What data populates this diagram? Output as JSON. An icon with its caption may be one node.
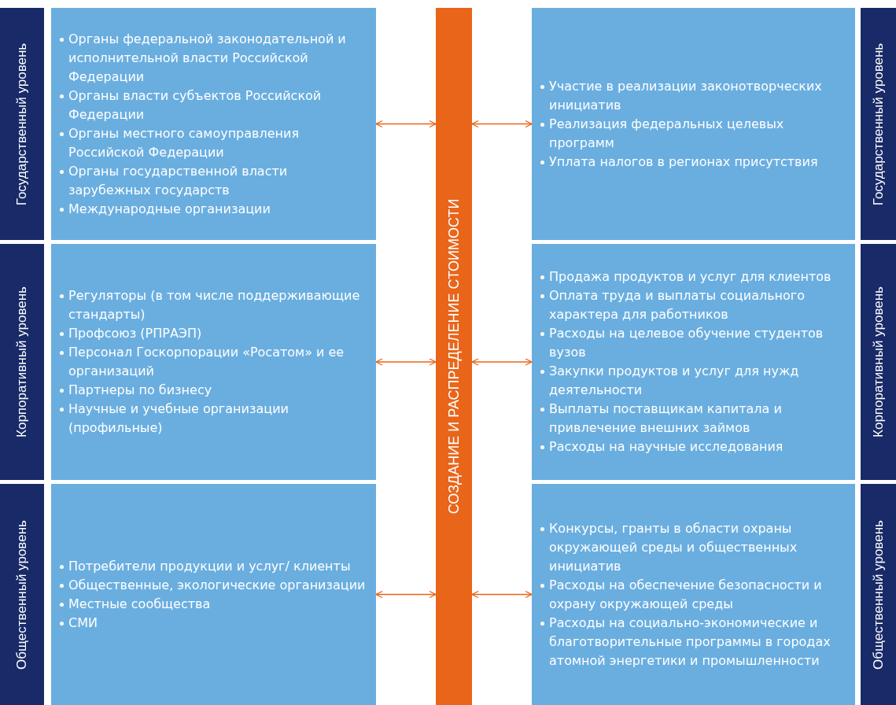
{
  "diagram": {
    "nodes": [
      {
        "text": [
          "Государственный уровень"
        ]
      },
      {
        "text": [
          "Органы федеральной законодательной и исполнительной власти Российской Федерации",
          "Органы власти субъектов Российской Федерации",
          "Органы местного самоуправления Российской Федерации",
          "Органы государственной власти зарубежных государств",
          "Международные организации"
        ]
      },
      {
        "text": [
          "СОЗДАНИЕ И РАСПРЕДЕЛЕНИЕ СТОИМОСТИ"
        ]
      },
      {
        "text": [
          "Участие в реализации законотворческих инициатив",
          "Реализация федеральных целевых программ",
          "Уплата налогов в регионах присутствия"
        ]
      },
      {
        "text": [
          "Государственный уровень"
        ]
      },
      {
        "text": [
          "Корпоративный уровень"
        ]
      },
      {
        "text": [
          "Регуляторы (в том числе поддерживающие стандарты)",
          "Профсоюз (РПРАЭП)",
          "Персонал Госкорпорации «Росатом» и ее организаций",
          "Партнеры по бизнесу",
          "Научные и учебные организации (профильные)"
        ]
      },
      {
        "text": [
          "Продажа продуктов и услуг для клиентов",
          "Оплата труда и выплаты социального характера для работников",
          "Расходы на целевое обучение студентов вузов",
          "Закупки продуктов и услуг для нужд деятельности",
          "Выплаты поставщикам капитала и привлечение внешних займов",
          "Расходы на научные исследования"
        ]
      },
      {
        "text": [
          "Корпоративный уровень"
        ]
      },
      {
        "text": [
          "Общественный уровень"
        ]
      },
      {
        "text": [
          "Потребители продукции и услуг/ клиенты",
          "Общественные, экологические организации",
          "Местные сообщества",
          "СМИ"
        ]
      },
      {
        "text": [
          "Конкурсы, гранты в области охраны окружающей среды и общественных инициатив",
          "Расходы на обеспечение безопасности и охрану окружающей среды",
          "Расходы на социально-экономические и благотворительные программы в городах атомной энергетики и промышленности"
        ]
      },
      {
        "text": [
          "Общественный уровень"
        ]
      }
    ],
    "edges": [
      {
        "from": 1,
        "to": 2,
        "arrow": "both"
      },
      {
        "from": 2,
        "to": 3,
        "arrow": "both"
      },
      {
        "from": 6,
        "to": 2,
        "arrow": "both"
      },
      {
        "from": 2,
        "to": 7,
        "arrow": "both"
      },
      {
        "from": 10,
        "to": 2,
        "arrow": "both"
      },
      {
        "from": 2,
        "to": 11,
        "arrow": "both"
      }
    ]
  }
}
